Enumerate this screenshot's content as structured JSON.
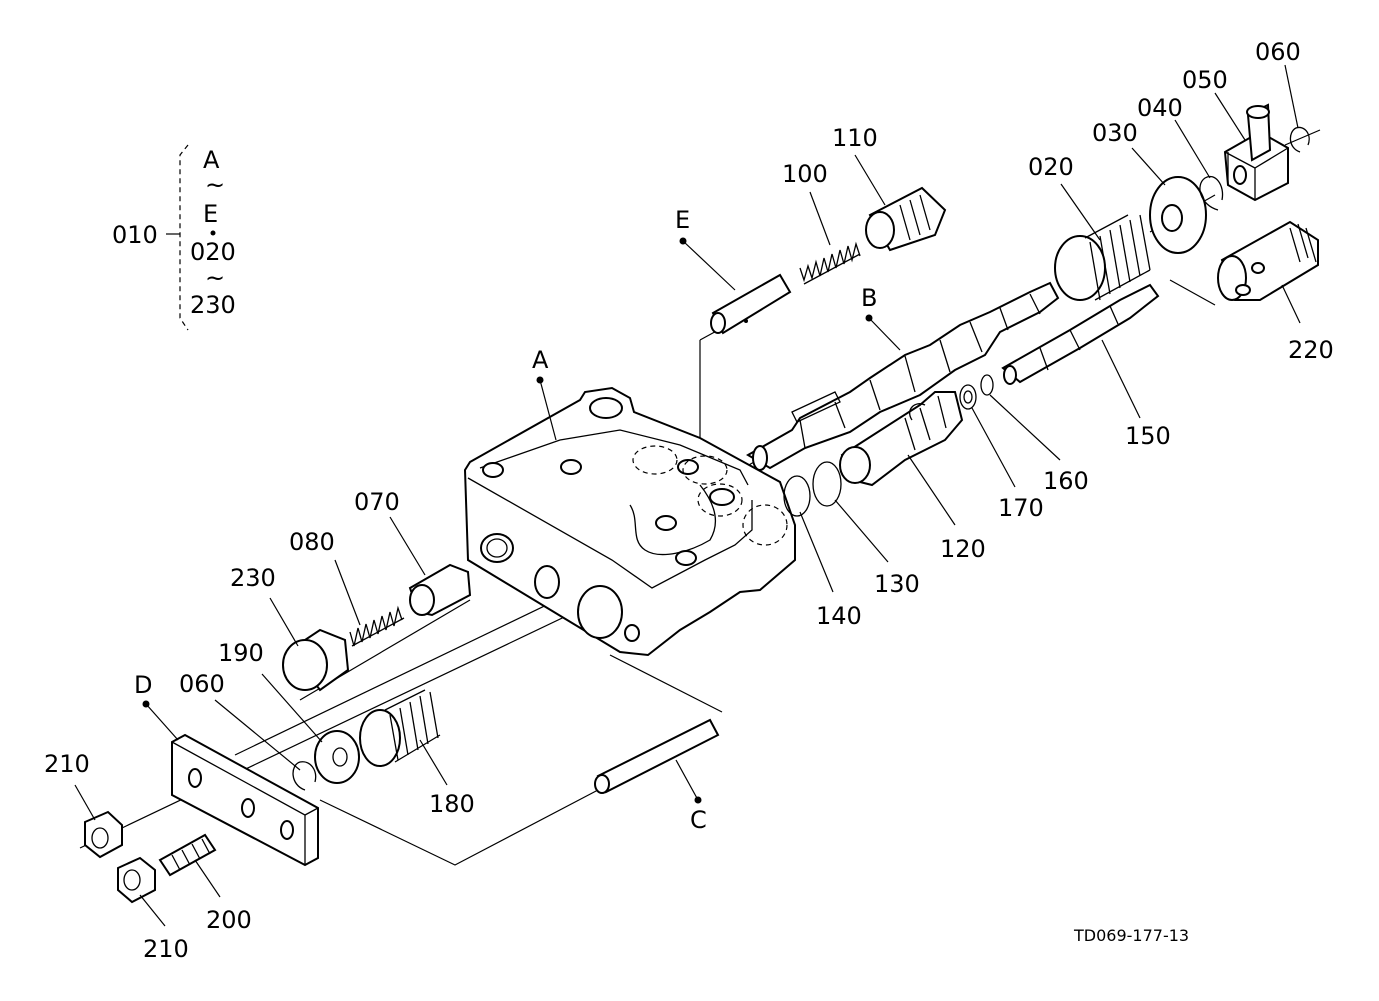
{
  "callouts": {
    "kit": "010",
    "group_range": [
      "A",
      "~",
      "E",
      "020",
      "~",
      "230"
    ],
    "A": "A",
    "B": "B",
    "C": "C",
    "D": "D",
    "E": "E",
    "p020": "020",
    "p030": "030",
    "p040": "040",
    "p050": "050",
    "p060_top": "060",
    "p060_bottom": "060",
    "p070": "070",
    "p080": "080",
    "p100": "100",
    "p110": "110",
    "p120": "120",
    "p130": "130",
    "p140": "140",
    "p150": "150",
    "p160": "160",
    "p170": "170",
    "p180": "180",
    "p190": "190",
    "p200": "200",
    "p210_top": "210",
    "p210_bottom": "210",
    "p220": "220",
    "p230": "230"
  },
  "drawing_number": "TD069-177-13"
}
